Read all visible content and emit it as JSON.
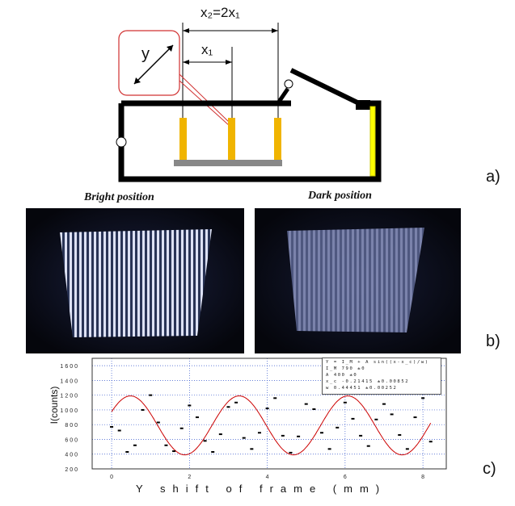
{
  "diagram": {
    "label_x2": "x₂=2x₁",
    "label_x1": "x₁",
    "label_y": "y"
  },
  "panels": {
    "a": "a)",
    "b": "b)",
    "c": "c)"
  },
  "photos": {
    "bright_caption": "Bright position",
    "dark_caption": "Dark position"
  },
  "colors": {
    "rod": "#f0b400",
    "yellow_bar": "#ffff00",
    "base": "#888888",
    "fit_line": "#cc0000",
    "grid": "#3355cc"
  },
  "fit_box": [
    "Y = I_M + A sin((x-x_c)/w)",
    "I_M    790 ±0",
    "A      400 ±0",
    "x_c  -0.21415  ±0.00852",
    "w     0.44451  ±0.00252"
  ],
  "chart_data": {
    "type": "scatter",
    "xlabel": "Y shift of frame (mm)",
    "ylabel": "I(counts)",
    "xlim": [
      -0.5,
      8.6
    ],
    "ylim": [
      200,
      1700
    ],
    "xticks": [
      0,
      2,
      4,
      6,
      8
    ],
    "yticks": [
      200,
      400,
      600,
      800,
      1000,
      1200,
      1400,
      1600
    ],
    "grid": true,
    "fit": {
      "I_M": 790,
      "A": 400,
      "x_c": -0.21415,
      "w": 0.44451
    },
    "points_x": [
      0.0,
      0.2,
      0.4,
      0.6,
      0.8,
      1.0,
      1.2,
      1.4,
      1.6,
      1.8,
      2.0,
      2.2,
      2.4,
      2.6,
      2.8,
      3.0,
      3.2,
      3.4,
      3.6,
      3.8,
      4.0,
      4.2,
      4.4,
      4.6,
      4.8,
      5.0,
      5.2,
      5.4,
      5.6,
      5.8,
      6.0,
      6.2,
      6.4,
      6.6,
      6.8,
      7.0,
      7.2,
      7.4,
      7.6,
      7.8,
      8.0,
      8.2
    ],
    "points_y": [
      770,
      720,
      430,
      520,
      1000,
      1200,
      830,
      520,
      440,
      750,
      1060,
      900,
      580,
      430,
      670,
      1040,
      1100,
      620,
      470,
      690,
      1020,
      1160,
      650,
      420,
      640,
      1080,
      1010,
      690,
      470,
      760,
      1100,
      880,
      650,
      510,
      870,
      1080,
      940,
      660,
      470,
      900,
      1160,
      570
    ]
  }
}
